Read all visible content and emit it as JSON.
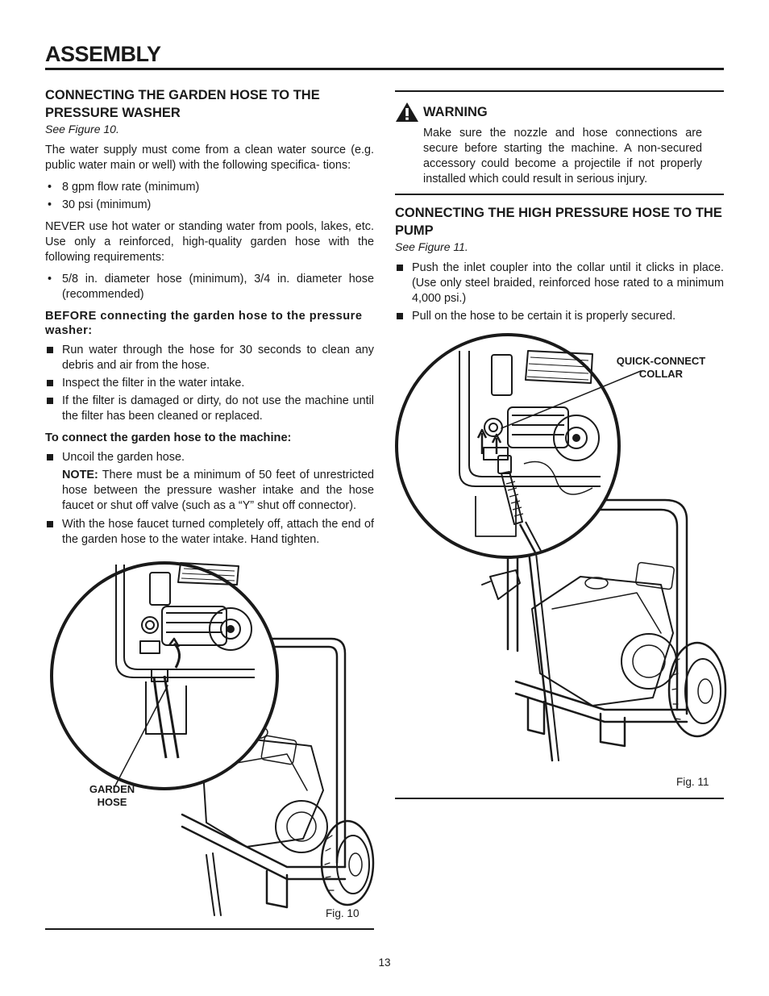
{
  "header": {
    "title": "ASSEMBLY"
  },
  "left": {
    "heading": "CONNECTING THE GARDEN HOSE TO THE PRESSURE WASHER",
    "see_figure": "See Figure 10.",
    "intro": "The water supply must come from a clean water source (e.g. public water main or well) with the following specifica- tions:",
    "supply_specs": [
      "8 gpm flow rate (minimum)",
      "30 psi (minimum)"
    ],
    "never_text": "NEVER use hot water or standing water from pools, lakes, etc. Use only a reinforced, high-quality garden hose with the following requirements:",
    "hose_specs": [
      "5/8 in. diameter hose (minimum), 3/4 in. diameter hose (recommended)"
    ],
    "before_heading": "BEFORE connecting the garden hose to the pressure washer:",
    "before_steps": [
      "Run water through the hose for 30 seconds to clean any debris and air from the hose.",
      "Inspect the filter in the water intake.",
      "If the filter is damaged or dirty, do not use the machine until the filter has been cleaned or replaced."
    ],
    "connect_heading": "To connect the garden hose to the machine:",
    "connect_step_1": "Uncoil the garden hose.",
    "note_label": "NOTE:",
    "note_text": " There must be a minimum of 50 feet of unrestricted hose between the pressure washer intake and the hose faucet or shut off valve (such as a “Y” shut off  connector).",
    "connect_step_2": "With the hose faucet turned completely off, attach the end of the garden hose to the water intake. Hand tighten.",
    "figure": {
      "callout_line1": "GARDEN",
      "callout_line2": "HOSE",
      "label": "Fig. 10"
    }
  },
  "right": {
    "warning": {
      "title": "WARNING",
      "text": "Make sure the nozzle and hose connections are secure before starting the machine. A non-secured accessory could become a projectile if not properly installed which could result in serious injury."
    },
    "heading": "CONNECTING THE HIGH PRESSURE HOSE TO THE PUMP",
    "see_figure": "See Figure 11.",
    "steps": [
      "Push the inlet coupler into the collar until it clicks in place. (Use only steel braided, reinforced hose rated to a minimum 4,000 psi.)",
      "Pull on the hose to be certain it is properly secured."
    ],
    "figure": {
      "callout_line1": "QUICK-CONNECT",
      "callout_line2": "COLLAR",
      "label": "Fig. 11"
    }
  },
  "footer": {
    "page_number": "13"
  }
}
